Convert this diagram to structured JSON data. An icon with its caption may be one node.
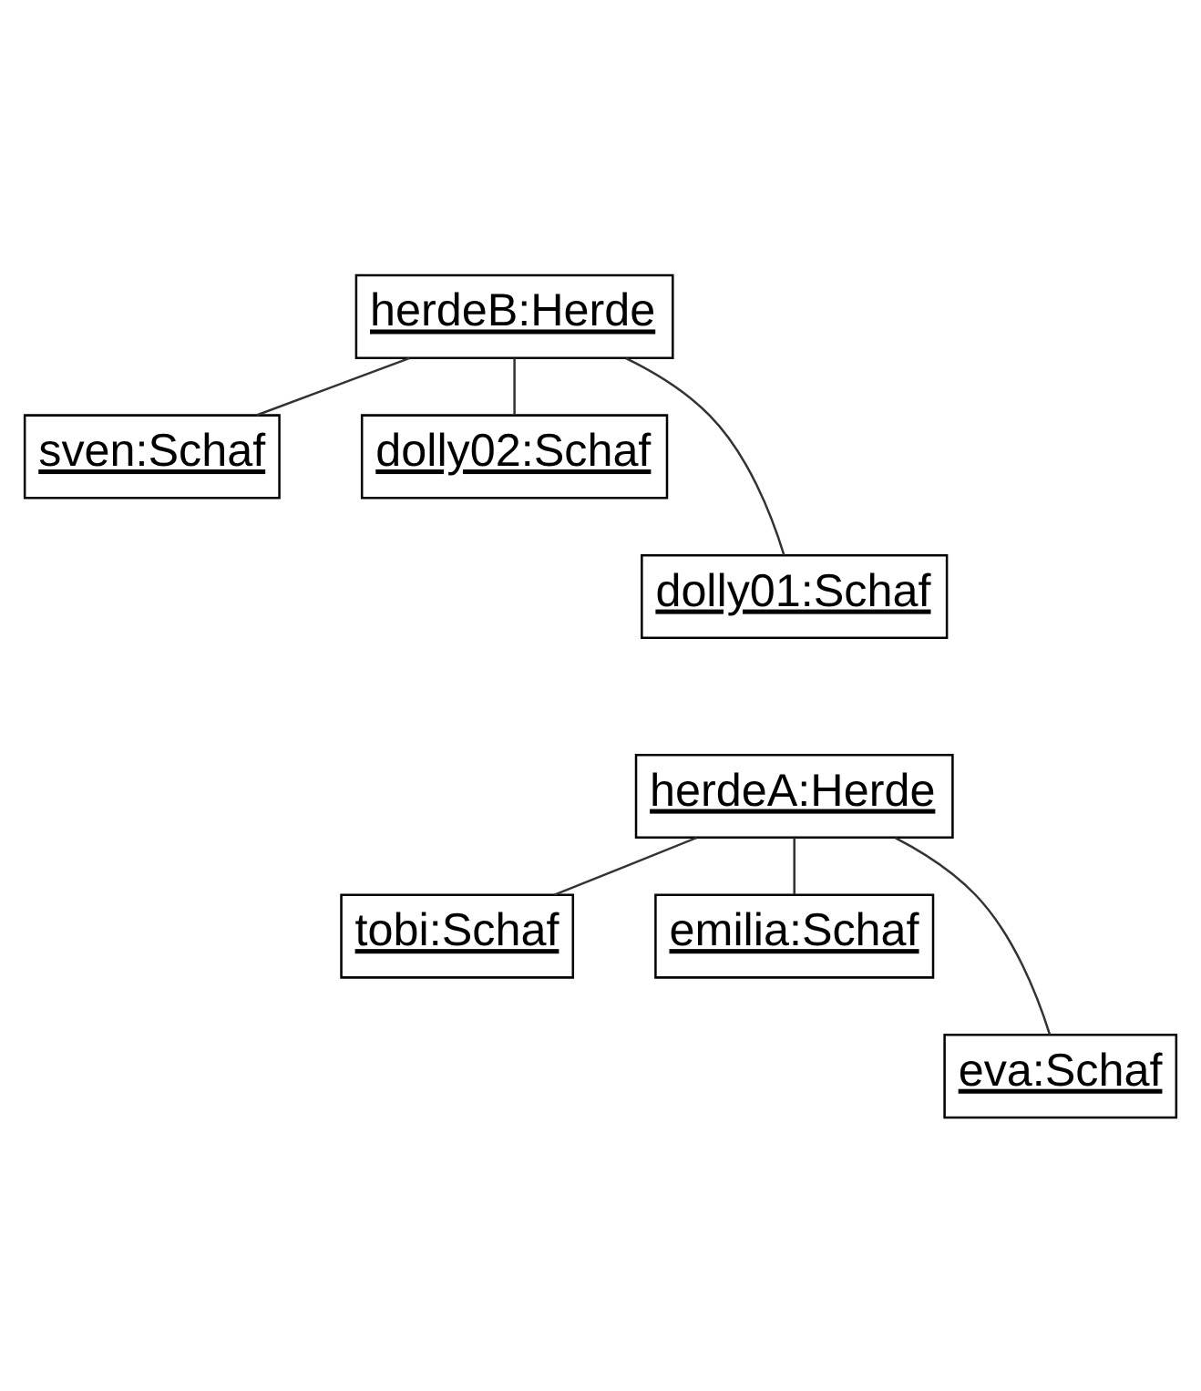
{
  "diagram": {
    "nodes": [
      {
        "text": [
          "herdeB:Herde"
        ]
      },
      {
        "text": [
          "sven:Schaf"
        ]
      },
      {
        "text": [
          "dolly02:Schaf"
        ]
      },
      {
        "text": [
          "dolly01:Schaf"
        ]
      },
      {
        "text": [
          "herdeA:Herde"
        ]
      },
      {
        "text": [
          "tobi:Schaf"
        ]
      },
      {
        "text": [
          "emilia:Schaf"
        ]
      },
      {
        "text": [
          "eva:Schaf"
        ]
      }
    ],
    "edges": [
      {
        "from": 0,
        "to": 1,
        "arrow": "none"
      },
      {
        "from": 0,
        "to": 3,
        "arrow": "none"
      },
      {
        "from": 0,
        "to": 2,
        "arrow": "none"
      },
      {
        "from": 4,
        "to": 5,
        "arrow": "none"
      },
      {
        "from": 4,
        "to": 7,
        "arrow": "none"
      },
      {
        "from": 4,
        "to": 6,
        "arrow": "none"
      }
    ]
  }
}
